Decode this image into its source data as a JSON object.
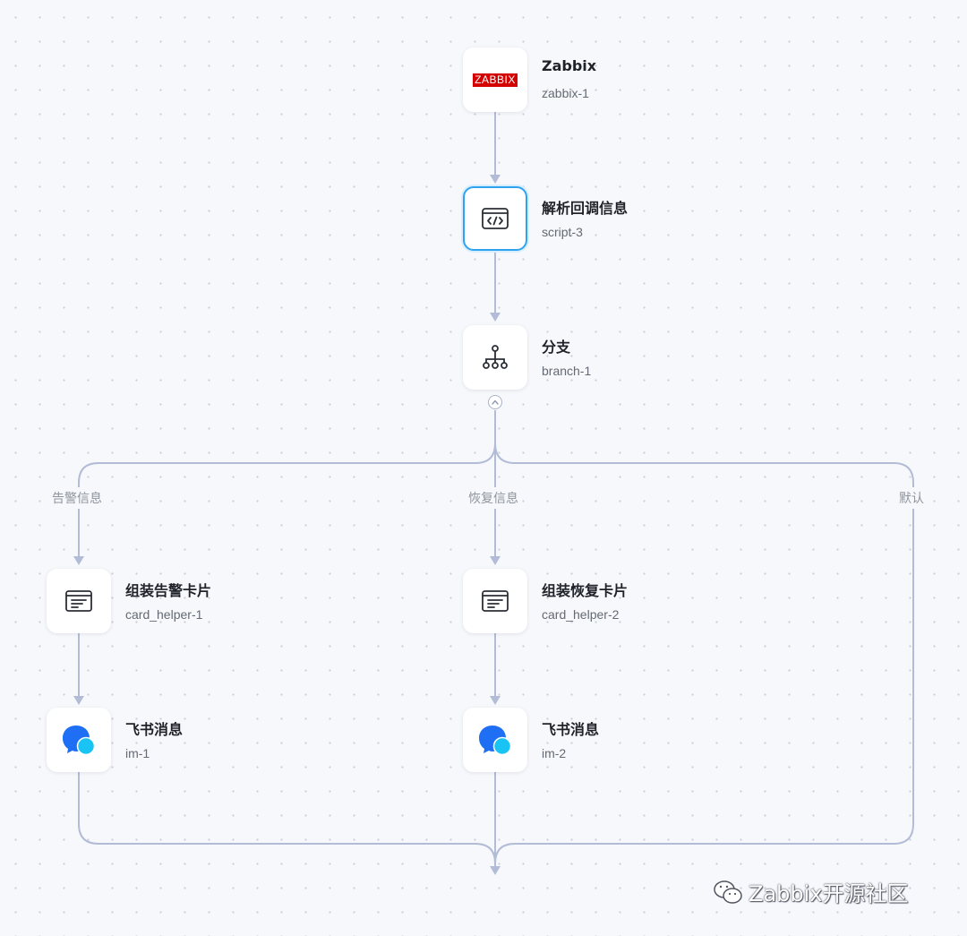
{
  "nodes": {
    "zabbix": {
      "icon": "zabbix-logo-icon",
      "logo_text": "ZABBIX",
      "title": "Zabbix",
      "subtitle": "zabbix-1"
    },
    "script": {
      "icon": "code-icon",
      "title": "解析回调信息",
      "subtitle": "script-3",
      "selected": true
    },
    "branch": {
      "icon": "branch-icon",
      "title": "分支",
      "subtitle": "branch-1"
    },
    "card1": {
      "icon": "card-icon",
      "title": "组装告警卡片",
      "subtitle": "card_helper-1"
    },
    "card2": {
      "icon": "card-icon",
      "title": "组装恢复卡片",
      "subtitle": "card_helper-2"
    },
    "im1": {
      "icon": "message-bubble-icon",
      "title": "飞书消息",
      "subtitle": "im-1"
    },
    "im2": {
      "icon": "message-bubble-icon",
      "title": "飞书消息",
      "subtitle": "im-2"
    }
  },
  "branches": {
    "left_label": "告警信息",
    "middle_label": "恢复信息",
    "right_label": "默认"
  },
  "watermark": {
    "icon": "wechat-icon",
    "text": "Zabbix开源社区"
  },
  "colors": {
    "edge": "#b3bcd6",
    "selected_border": "#2fa3f0",
    "zabbix_red": "#d40000",
    "bubble_blue": "#1f6ff5",
    "bubble_cyan": "#19c3f3"
  }
}
